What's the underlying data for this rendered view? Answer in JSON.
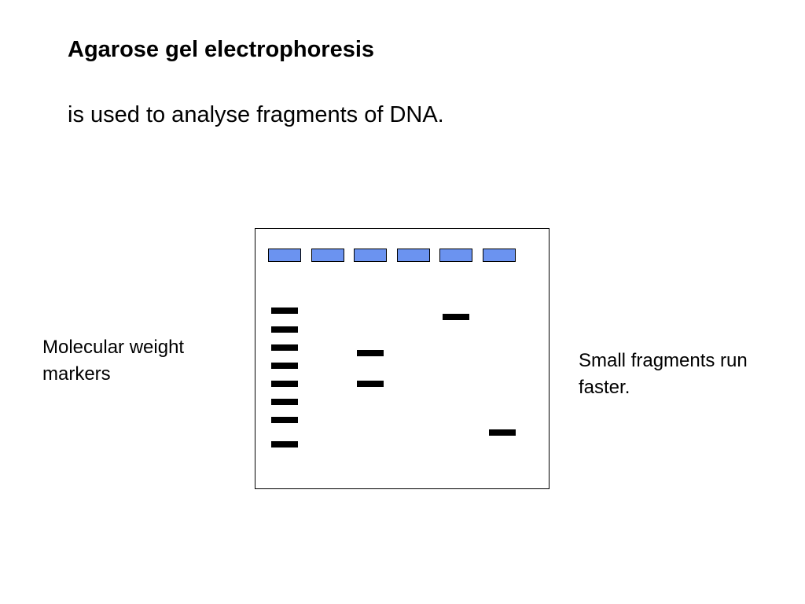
{
  "slide": {
    "title": "Agarose gel electrophoresis",
    "subtitle": "is used to analyse fragments of DNA.",
    "left_label": [
      "Molecular weight",
      "markers"
    ],
    "right_label": [
      "Small fragments run",
      "faster."
    ]
  },
  "gel": {
    "well_color": "#6b93f0",
    "band_color": "#000000",
    "well_count": 6,
    "lanes": [
      {
        "lane": 1,
        "band_positions": [
          0.08,
          0.2,
          0.32,
          0.44,
          0.56,
          0.68,
          0.8,
          0.96
        ]
      },
      {
        "lane": 2,
        "band_positions": []
      },
      {
        "lane": 3,
        "band_positions": [
          0.36,
          0.56
        ]
      },
      {
        "lane": 4,
        "band_positions": []
      },
      {
        "lane": 5,
        "band_positions": [
          0.12
        ]
      },
      {
        "lane": 6,
        "band_positions": [
          0.88
        ]
      }
    ]
  }
}
